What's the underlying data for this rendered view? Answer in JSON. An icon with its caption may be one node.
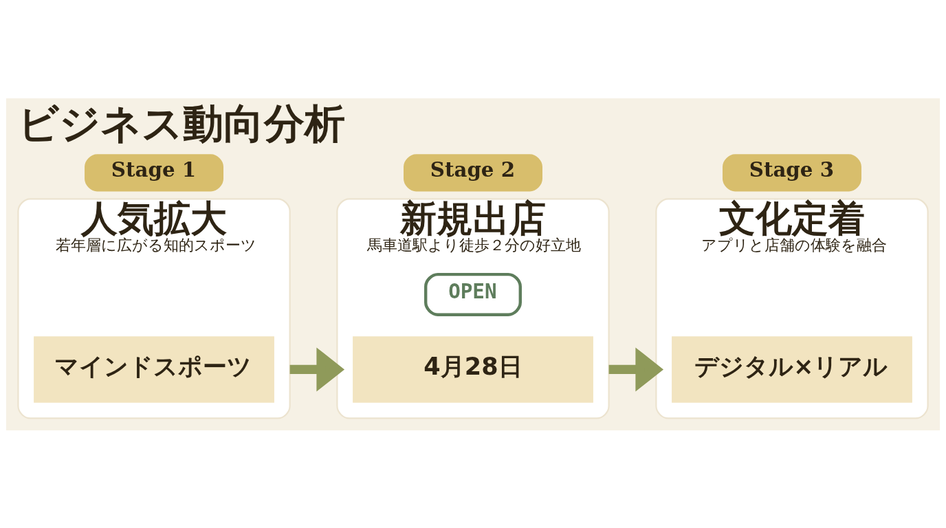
{
  "diagram": {
    "title": "ビジネス動向分析",
    "nodes": [
      {
        "text": [
          "Stage 1"
        ]
      },
      {
        "text": [
          "人気拡大",
          "若年層に広がる知的スポーツ"
        ]
      },
      {
        "text": [
          "マインドスポーツ"
        ],
        "in": 1
      },
      {
        "text": [
          "Stage 2"
        ]
      },
      {
        "text": [
          "新規出店",
          "馬車道駅より徒歩２分の好立地"
        ]
      },
      {
        "text": [
          "OPEN"
        ],
        "in": 4
      },
      {
        "text": [
          "4月28日"
        ],
        "in": 4
      },
      {
        "text": [
          "Stage 3"
        ]
      },
      {
        "text": [
          "文化定着",
          "アプリと店舗の体験を融合"
        ]
      },
      {
        "text": [
          "デジタル×リアル"
        ],
        "in": 8
      }
    ],
    "edges": [
      {
        "from": 1,
        "to": 4,
        "arrow": "to"
      },
      {
        "from": 4,
        "to": 8,
        "arrow": "to"
      }
    ]
  }
}
